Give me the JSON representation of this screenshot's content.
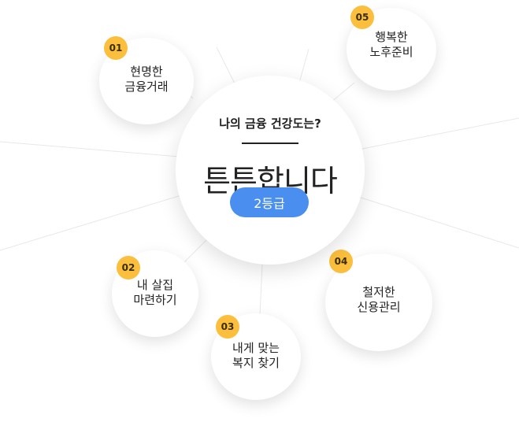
{
  "center": {
    "question": "나의 금융 건강도는?",
    "result": "튼튼합니다",
    "grade": "2등급"
  },
  "nodes": [
    {
      "number": "01",
      "line1": "현명한",
      "line2": "금융거래"
    },
    {
      "number": "02",
      "line1": "내 살집",
      "line2": "마련하기"
    },
    {
      "number": "03",
      "line1": "내게 맞는",
      "line2": "복지 찾기"
    },
    {
      "number": "04",
      "line1": "철저한",
      "line2": "신용관리"
    },
    {
      "number": "05",
      "line1": "행복한",
      "line2": "노후준비"
    }
  ],
  "colors": {
    "badge": "#fbbf3d",
    "grade_pill": "#4a8ef0",
    "ray": "#e6e6e6"
  }
}
